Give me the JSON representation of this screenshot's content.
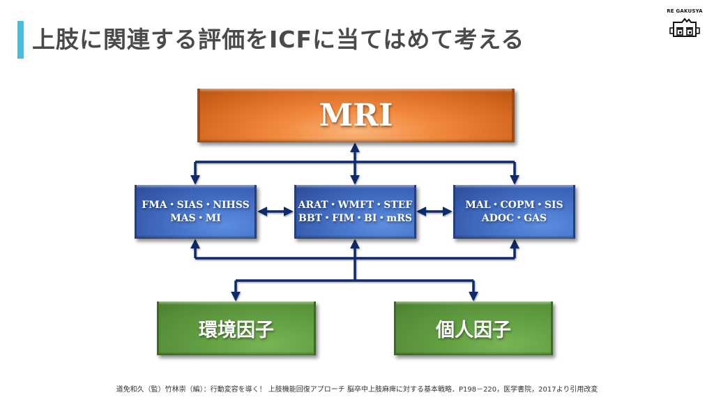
{
  "slide": {
    "title": "上肢に関連する評価をICFに当てはめて考える",
    "accent_color": "#47bde0",
    "logo_text": "RE GAKUSYA"
  },
  "diagram": {
    "top_node": {
      "label": "MRI",
      "color": "#f28a3e"
    },
    "middle_nodes": [
      {
        "line1": "FMA・SIAS・NIHSS",
        "line2": "MAS・MI",
        "color": "#4672c8"
      },
      {
        "line1": "ARAT・WMFT・STEF",
        "line2": "BBT・FIM・BI・mRS",
        "color": "#4672c8"
      },
      {
        "line1": "MAL・COPM・SIS",
        "line2": "ADOC・GAS",
        "color": "#4672c8"
      }
    ],
    "bottom_nodes": [
      {
        "label": "環境因子",
        "color": "#63a043"
      },
      {
        "label": "個人因子",
        "color": "#63a043"
      }
    ],
    "connector_color": "#0f2a6b"
  },
  "citation": "道免和久（監）竹林崇（編）：行動変容を導く！ 上肢機能回復アプローチ 脳卒中上肢麻痺に対する基本戦略．P198－220，医学書院，2017より引用改変"
}
